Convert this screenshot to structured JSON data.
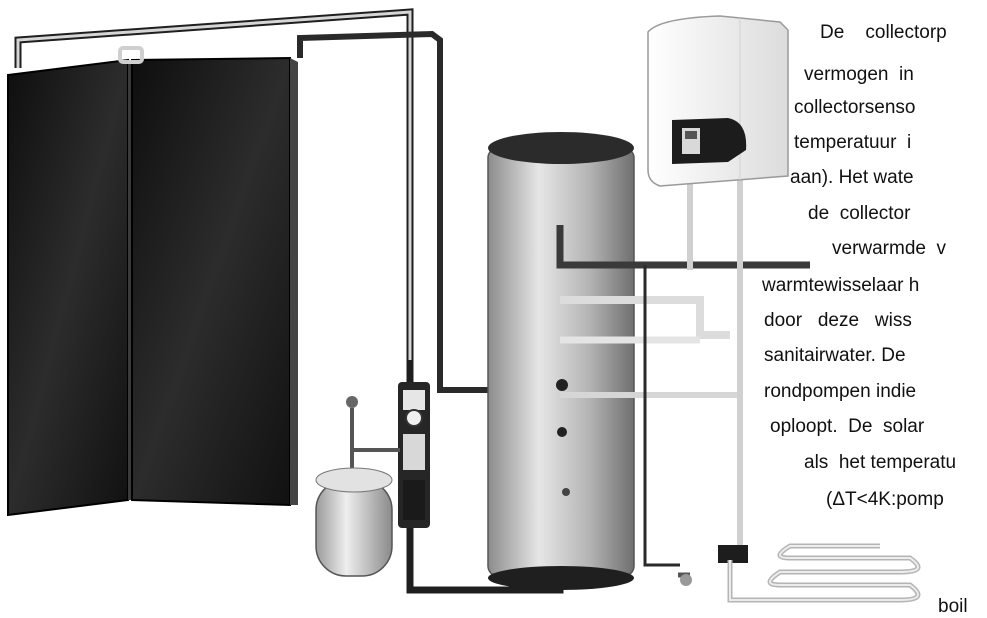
{
  "description_lines": [
    "De    collectorp",
    "vermogen  in",
    "collectorsenso",
    "temperatuur  i",
    "aan). Het wate",
    "de  collector",
    "verwarmde  v",
    "warmtewisselaar h",
    "door   deze   wiss",
    "sanitairwater. De",
    "rondpompen indie",
    "oploopt.  De  solar",
    "als  het temperatu",
    "(ΔT<4K:pomp"
  ],
  "bottom_label": "boil",
  "colors": {
    "panel_dark": "#1b1b1b",
    "pipe_dark": "#2a2a2a",
    "pipe_light": "#d9d9d9",
    "tank": "#bdbdbd"
  },
  "icons": {
    "controller": "solar-controller-icon",
    "pump": "pump-station-icon",
    "expansion": "expansion-vessel-icon"
  }
}
